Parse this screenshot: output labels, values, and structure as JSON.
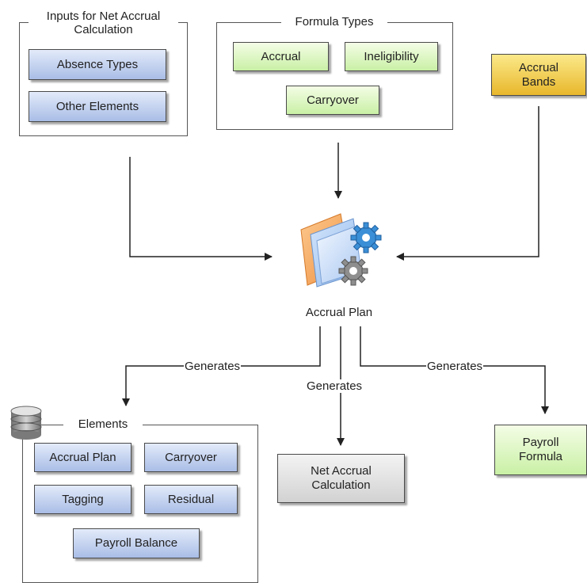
{
  "groups": {
    "inputs": {
      "title": "Inputs for Net Accrual\nCalculation"
    },
    "formula_types": {
      "title": "Formula Types"
    },
    "elements": {
      "title": "Elements"
    }
  },
  "nodes": {
    "absence_types": "Absence Types",
    "other_elements": "Other Elements",
    "accrual": "Accrual",
    "ineligibility": "Ineligibility",
    "carryover_formula": "Carryover",
    "accrual_bands": "Accrual\nBands",
    "elem_accrual_plan": "Accrual Plan",
    "elem_carryover": "Carryover",
    "elem_tagging": "Tagging",
    "elem_residual": "Residual",
    "elem_payroll_balance": "Payroll Balance",
    "net_accrual_calculation": "Net Accrual\nCalculation",
    "payroll_formula": "Payroll\nFormula"
  },
  "center": {
    "label": "Accrual Plan",
    "icon": "accrual-plan-gears-icon"
  },
  "edges": {
    "to_elements": "Generates",
    "to_net_accrual": "Generates",
    "to_payroll_formula": "Generates"
  },
  "colors": {
    "blue_box": "#a9bde6",
    "green_box": "#c9f0a5",
    "gold_box": "#e8b72b",
    "gray_box": "#d2d2d2",
    "line": "#222222"
  }
}
